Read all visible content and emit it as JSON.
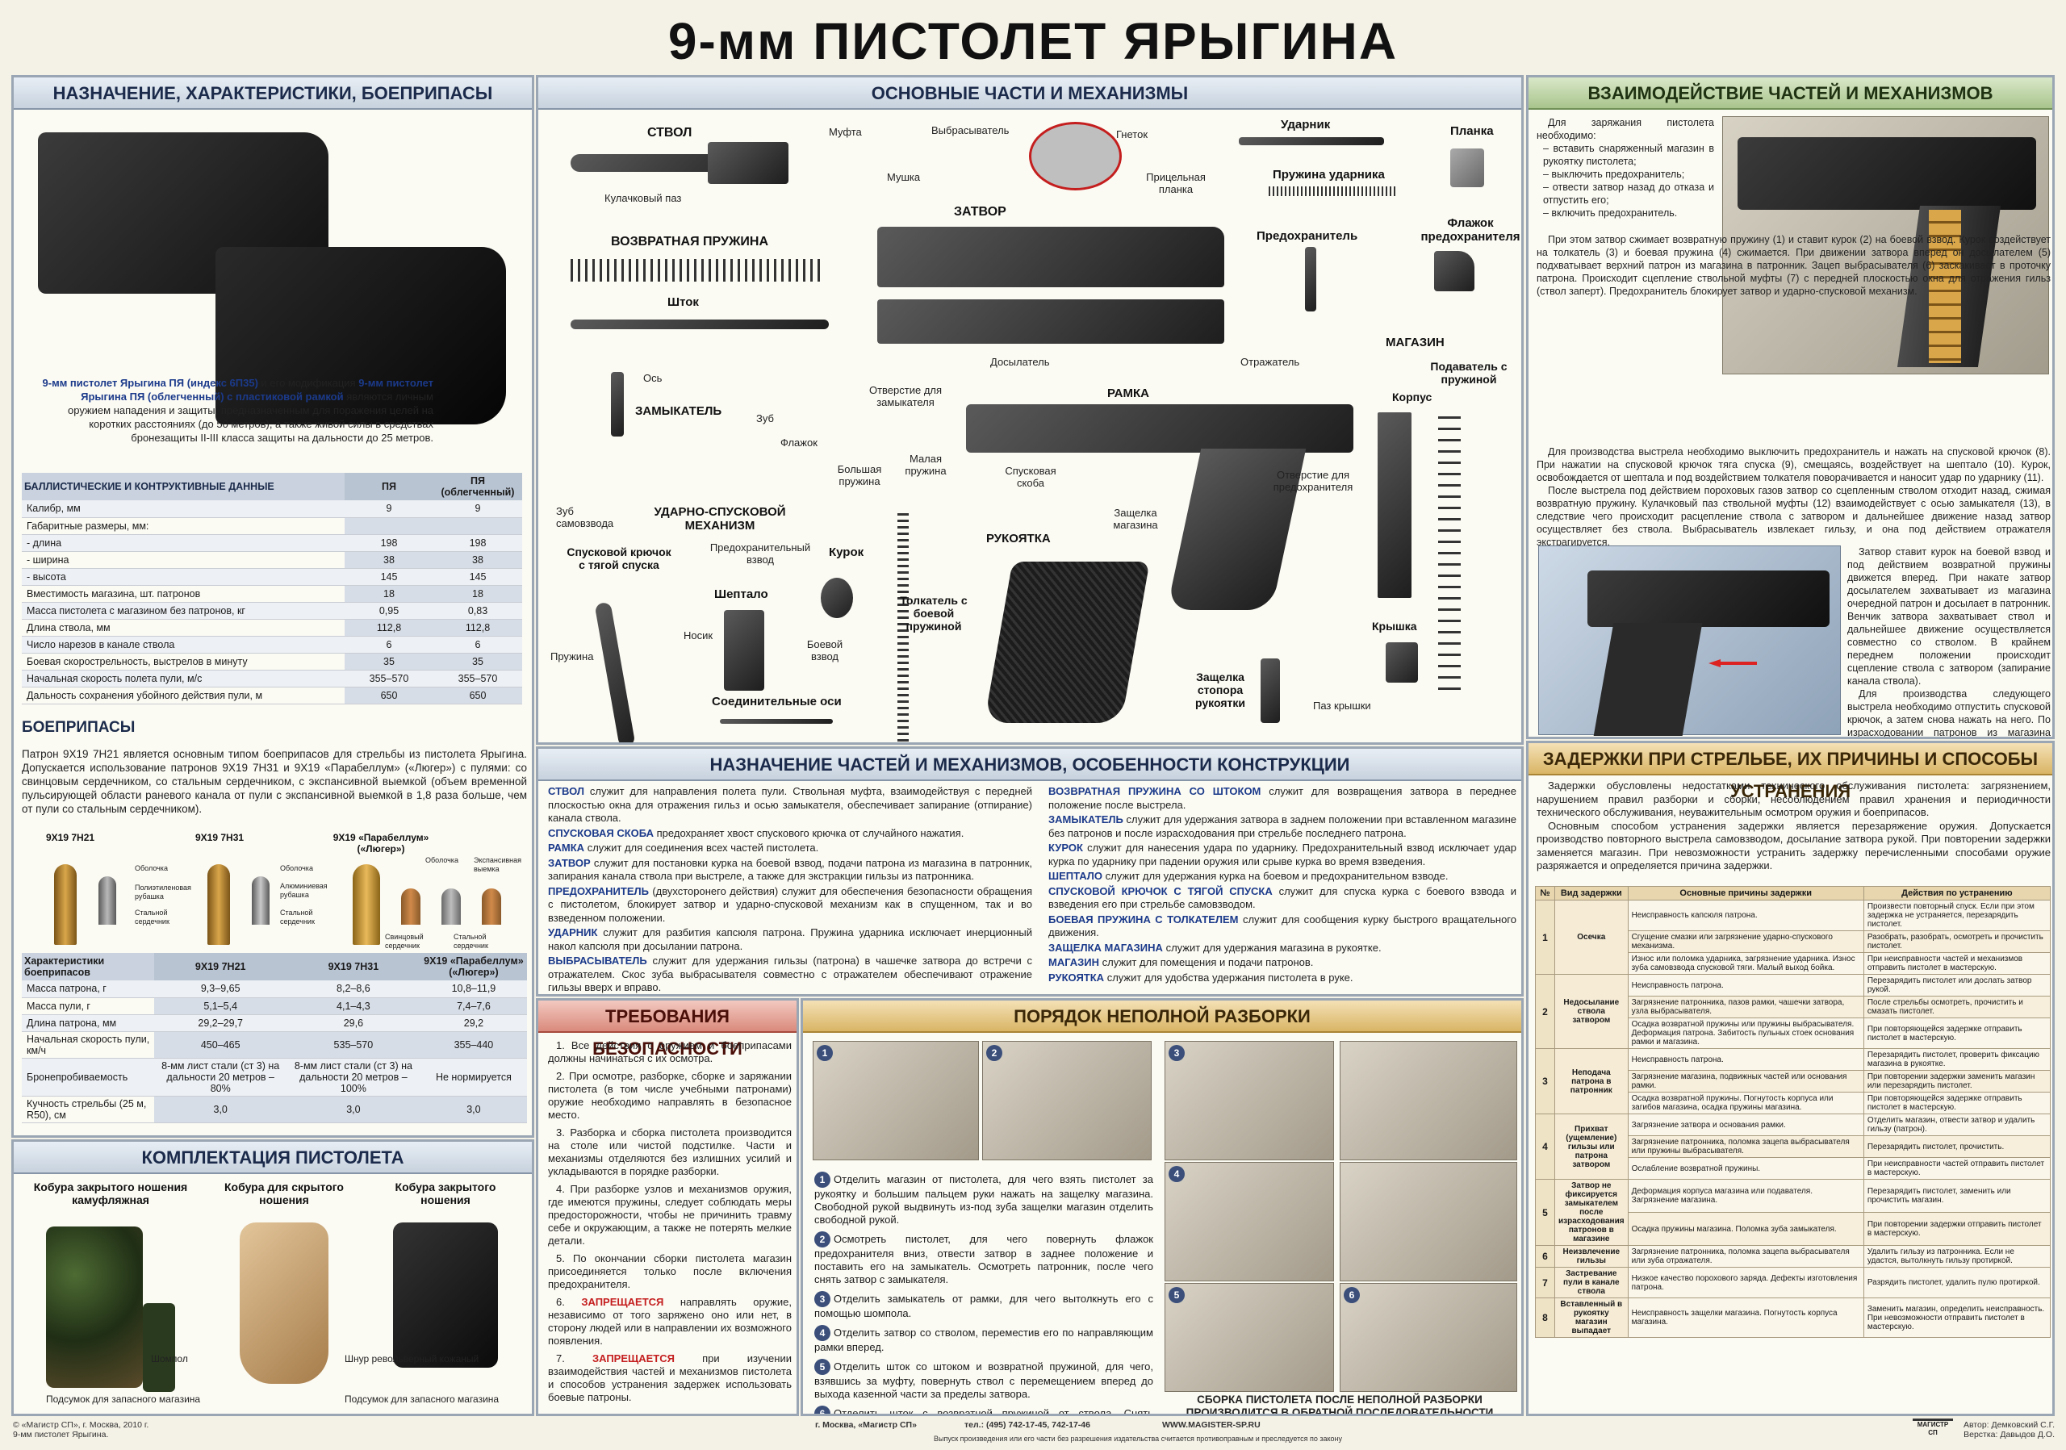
{
  "title": "9-мм ПИСТОЛЕТ ЯРЫГИНА",
  "s1": {
    "title": "НАЗНАЧЕНИЕ, ХАРАКТЕРИСТИКИ, БОЕПРИПАСЫ",
    "intro_a": "9-мм пистолет Ярыгина ПЯ (индекс 6П35)",
    "intro_b": " и его модификация ",
    "intro_c": "9-мм пистолет Ярыгина ПЯ (облегченный) с пластиковой рамкой",
    "intro_d": " являются личным оружием нападения и защиты, предназначенным для поражения целей на коротких расстояниях (до 50 метров), а также живой силы в средствах бронезащиты II-III класса защиты на дальности до 25 метров."
  },
  "ballistics": {
    "title": "БАЛЛИСТИЧЕСКИЕ И КОНТРУКТИВНЫЕ ДАННЫЕ",
    "col1": "ПЯ",
    "col2": "ПЯ (облегченный)",
    "rows": [
      [
        "Калибр, мм",
        "9",
        "9"
      ],
      [
        "Габаритные размеры, мм:",
        "",
        ""
      ],
      [
        "- длина",
        "198",
        "198"
      ],
      [
        "- ширина",
        "38",
        "38"
      ],
      [
        "- высота",
        "145",
        "145"
      ],
      [
        "Вместимость магазина, шт. патронов",
        "18",
        "18"
      ],
      [
        "Масса пистолета с магазином без патронов, кг",
        "0,95",
        "0,83"
      ],
      [
        "Длина ствола, мм",
        "112,8",
        "112,8"
      ],
      [
        "Число нарезов в канале ствола",
        "6",
        "6"
      ],
      [
        "Боевая скорострельность, выстрелов в минуту",
        "35",
        "35"
      ],
      [
        "Начальная скорость полета пули, м/с",
        "355–570",
        "355–570"
      ],
      [
        "Дальность сохранения убойного действия пули, м",
        "650",
        "650"
      ]
    ]
  },
  "ammo": {
    "title": "БОЕПРИПАСЫ",
    "text": "Патрон 9Х19 7Н21 является основным типом боеприпасов для стрельбы из пистолета Ярыгина. Допускается использование патронов 9Х19 7Н31 и 9Х19 «Парабеллум» («Люгер») с пулями: со свинцовым сердечником, со стальным сердечником, с экспансивной выемкой (объем временной пульсирующей области раневого канала от пули с экспансивной выемкой в 1,8 раза больше, чем от пули со стальным сердечником).",
    "c1": "9Х19 7Н21",
    "c2": "9Х19 7Н31",
    "c3": "9Х19 «Парабеллум» («Люгер»)",
    "l_shell": "Оболочка",
    "l_poly": "Полиэтиленовая рубашка",
    "l_steel": "Стальной сердечник",
    "l_alum": "Алюминиевая рубашка",
    "l_lead": "Свинцовый сердечник",
    "l_exp": "Экспансивная выемка",
    "h": [
      "Характеристики боеприпасов",
      "9Х19 7Н21",
      "9Х19 7Н31",
      "9Х19 «Парабеллум» («Люгер»)"
    ],
    "rows": [
      [
        "Масса патрона, г",
        "9,3–9,65",
        "8,2–8,6",
        "10,8–11,9"
      ],
      [
        "Масса пули, г",
        "5,1–5,4",
        "4,1–4,3",
        "7,4–7,6"
      ],
      [
        "Длина патрона, мм",
        "29,2–29,7",
        "29,6",
        "29,2"
      ],
      [
        "Начальная скорость пули, км/ч",
        "450–465",
        "535–570",
        "355–440"
      ],
      [
        "Бронепробиваемость",
        "8-мм лист стали (ст 3) на дальности 20 метров – 80%",
        "8-мм лист стали (ст 3) на дальности 20 метров – 100%",
        "Не нормируется"
      ],
      [
        "Кучность стрельбы (25 м, R50), см",
        "3,0",
        "3,0",
        "3,0"
      ]
    ]
  },
  "kit": {
    "title": "КОМПЛЕКТАЦИЯ ПИСТОЛЕТА",
    "h1": "Кобура закрытого ношения камуфляжная",
    "h2": "Кобура для скрытого ношения",
    "h3": "Кобура закрытого ношения",
    "shompol": "Шомпол",
    "shnur": "Шнур револьверный кожаный",
    "pod1": "Подсумок для запасного магазина",
    "pod2": "Подсумок для запасного магазина"
  },
  "parts": {
    "title": "ОСНОВНЫЕ ЧАСТИ И МЕХАНИЗМЫ",
    "stvol": "СТВОЛ",
    "mufta": "Муфта",
    "kul": "Кулачковый паз",
    "vybr": "Выбрасыватель",
    "gnetok": "Гнеток",
    "mushka": "Мушка",
    "pric": "Прицельная планка",
    "zatvor": "ЗАТВОР",
    "vozvr": "ВОЗВРАТНАЯ ПРУЖИНА",
    "shtok": "Шток",
    "dosyl": "Досылатель",
    "otv_z": "Отверстие для замыкателя",
    "udarnik": "Ударник",
    "planka": "Планка",
    "pr_ud": "Пружина ударника",
    "predohr": "Предохранитель",
    "flazhok_p": "Флажок предохранителя",
    "magazin": "МАГАЗИН",
    "podav": "Подаватель с пружиной",
    "korpus": "Корпус",
    "kryshka": "Крышка",
    "paz_kr": "Паз крышки",
    "os": "Ось",
    "zamyk": "ЗАМЫКАТЕЛЬ",
    "zub": "Зуб",
    "flazhok": "Флажок",
    "ramka": "РАМКА",
    "otrazh": "Отражатель",
    "otv_p": "Отверстие для предохранителя",
    "sp_skoba": "Спусковая скоба",
    "zashch_m": "Защелка магазина",
    "zub_sam": "Зуб самовзвода",
    "usm": "УДАРНО-СПУСКОВОЙ МЕХАНИЗМ",
    "bol_pr": "Большая пружина",
    "mal_pr": "Малая пружина",
    "predvzv": "Предохранительный взвод",
    "kurok": "Курок",
    "sp_kr": "Спусковой крючок с тягой спуска",
    "sheptalo": "Шептало",
    "nosik": "Носик",
    "boev_vzv": "Боевой взвод",
    "tolk": "Толкатель с боевой пружиной",
    "pruzhina": "Пружина",
    "soed": "Соединительные оси",
    "rukoyatka": "РУКОЯТКА",
    "zashch_st": "Защелка стопора рукоятки"
  },
  "interact": {
    "title": "ВЗАИМОДЕЙСТВИЕ ЧАСТЕЙ И МЕХАНИЗМОВ",
    "p1": "Для заряжания пистолета необходимо:",
    "l1": "– вставить снаряженный магазин в рукоятку пистолета;",
    "l2": "– выключить предохранитель;",
    "l3": "– отвести затвор назад до отказа и отпустить его;",
    "l4": "– включить предохранитель.",
    "p2": "При этом затвор сжимает возвратную пружину (1) и ставит курок (2) на боевой взвод. Курок воздействует на толкатель (3) и боевая пружина (4) сжимается. При движении затвора вперед он досылателем (5) подхватывает верхний патрон из магазина в патронник. Зацеп выбрасывателя (6) заскакивает в проточку патрона. Происходит сцепление ствольной муфты (7) с передней плоскостью окна для отражения гильз (ствол заперт). Предохранитель блокирует затвор и ударно-спусковой механизм.",
    "p3": "Для производства выстрела необходимо выключить предохранитель и нажать на спусковой крючок (8). При нажатии на спусковой крючок тяга спуска (9), смещаясь, воздействует на шептало (10). Курок, освобождается от шептала и под воздействием толкателя поворачивается и наносит удар по ударнику (11).",
    "p4": "После выстрела под действием пороховых газов затвор со сцепленным стволом отходит назад, сжимая возвратную пружину. Кулачковый паз ствольной муфты (12) взаимодействует с осью замыкателя (13), в следствие чего происходит расцепление ствола с затвором и дальнейшее движение назад затвор осуществляет без ствола. Выбрасыватель извлекает гильзу, и она под действием отражателя экстрагируется.",
    "p5": "Затвор ставит курок на боевой взвод и под действием возвратной пружины движется вперед. При накате затвор досылателем захватывает из магазина очередной патрон и досылает в патронник. Венчик затвора захватывает ствол и дальнейшее движение осуществляется совместно со стволом. В крайнем переднем положении происходит сцепление ствола с затвором (запирание канала ствола).",
    "p6": "Для производства следующего выстрела необходимо отпустить спусковой крючок, а затем снова нажать на него. По израсходовании патронов из магазина затвор становится на замыкатель и остается в заднем положении. Для продолжения стрельбы необходимо вставить в рукоятку очередной снаряженный магазин и снять затвор с затворной задержки, нажав на его флажок.",
    "n": [
      "1",
      "2",
      "3",
      "4",
      "5",
      "6",
      "7",
      "8",
      "9",
      "10",
      "11",
      "12",
      "13"
    ]
  },
  "purpose": {
    "title": "НАЗНАЧЕНИЕ ЧАСТЕЙ И МЕХАНИЗМОВ, ОСОБЕННОСТИ КОНСТРУКЦИИ",
    "left": [
      [
        "СТВОЛ",
        "служит для направления полета пули. Ствольная муфта, взаимодействуя с передней плоскостью окна для отражения гильз и осью замыкателя, обеспечивает запирание (отпирание) канала ствола."
      ],
      [
        "СПУСКОВАЯ СКОБА",
        "предохраняет хвост спускового крючка от случайного нажатия."
      ],
      [
        "РАМКА",
        "служит для соединения всех частей пистолета."
      ],
      [
        "ЗАТВОР",
        "служит для постановки курка на боевой взвод, подачи патрона из магазина в патронник, запирания канала ствола при выстреле, а также для экстракции гильзы из патронника."
      ],
      [
        "ПРЕДОХРАНИТЕЛЬ",
        "(двухсторонего действия) служит для обеспечения безопасности обращения с пистолетом, блокирует затвор и ударно-спусковой механизм как в спущенном, так и во взведенном положении."
      ],
      [
        "УДАРНИК",
        "служит для разбития капсюля патрона. Пружина ударника исключает инерционный накол капсюля при досылании патрона."
      ],
      [
        "ВЫБРАСЫВАТЕЛЬ",
        "служит для удержания гильзы (патрона) в чашечке затвора до встречи с отражателем. Скос зуба выбрасывателя совместно с отражателем обеспечивают отражение гильзы вверх и вправо."
      ]
    ],
    "right": [
      [
        "ВОЗВРАТНАЯ ПРУЖИНА СО ШТОКОМ",
        "служит для возвращения затвора в переднее положение после выстрела."
      ],
      [
        "ЗАМЫКАТЕЛЬ",
        "служит для удержания затвора в заднем положении при вставленном магазине без патронов и после израсходования при стрельбе последнего патрона."
      ],
      [
        "КУРОК",
        "служит для нанесения удара по ударнику. Предохранительный взвод исключает удар курка по ударнику при падении оружия или срыве курка во время взведения."
      ],
      [
        "ШЕПТАЛО",
        "служит для удержания курка на боевом и предохранительном взводе."
      ],
      [
        "СПУСКОВОЙ КРЮЧОК С ТЯГОЙ СПУСКА",
        "служит для спуска курка с боевого взвода и взведения его при стрельбе самовзводом."
      ],
      [
        "БОЕВАЯ ПРУЖИНА С ТОЛКАТЕЛЕМ",
        "служит для сообщения курку быстрого вращательного движения."
      ],
      [
        "ЗАЩЕЛКА МАГАЗИНА",
        "служит для удержания магазина в рукоятке."
      ],
      [
        "МАГАЗИН",
        "служит для помещения и подачи патронов."
      ],
      [
        "РУКОЯТКА",
        "служит для удобства удержания пистолета в руке."
      ]
    ]
  },
  "safety": {
    "title": "ТРЕБОВАНИЯ БЕЗОПАСНОСТИ",
    "items": [
      "1. Все действия с оружием и боеприпасами должны начинаться с их осмотра.",
      "2. При осмотре, разборке, сборке и заряжании пистолета (в том числе учебными патронами) оружие необходимо направлять в безопасное место.",
      "3. Разборка и сборка пистолета производится на столе или чистой подстилке. Части и механизмы отделяются без излишних усилий и укладываются в порядке разборки.",
      "4. При разборке узлов и механизмов оружия, где имеются пружины, следует соблюдать меры предосторожности, чтобы не причинить травму себе и окружающим, а также не потерять мелкие детали.",
      "5. По окончании сборки пистолета магазин присоединяется только после включения предохранителя."
    ],
    "i6a": "6. ",
    "i6b": "ЗАПРЕЩАЕТСЯ",
    "i6c": " направлять оружие, независимо от того заряжено оно или нет, в сторону людей или в направлении их возможного появления.",
    "i7a": "7. ",
    "i7b": "ЗАПРЕЩАЕТСЯ",
    "i7c": " при изучении взаимодействия частей и механизмов пистолета и способов устранения задержек использовать боевые патроны."
  },
  "disasm": {
    "title": "ПОРЯДОК НЕПОЛНОЙ РАЗБОРКИ",
    "steps": [
      "Отделить магазин от пистолета, для чего взять пистолет за рукоятку и большим пальцем руки нажать на защелку магазина. Свободной рукой выдвинуть из-под зуба защелки магазин отделить свободной рукой.",
      "Осмотреть пистолет, для чего повернуть флажок предохранителя вниз, отвести затвор в заднее положение и поставить его на замыкатель. Осмотреть патронник, после чего снять затвор с замыкателя.",
      "Отделить замыкатель от рамки, для чего вытолкнуть его с помощью шомпола.",
      "Отделить затвор со стволом, переместив его по направляющим рамки вперед.",
      "Отделить шток со штоком и возвратной пружиной, для чего, взявшись за муфту, повернуть ствол с перемещением вперед до выхода казенной части за пределы затвора.",
      "Отделить шток с возвратной пружиной от ствола. Снять возвратную пружину со штока."
    ],
    "nums": [
      "1",
      "2",
      "3",
      "4",
      "5",
      "6"
    ],
    "assembly": "СБОРКА ПИСТОЛЕТА ПОСЛЕ НЕПОЛНОЙ РАЗБОРКИ ПРОИЗВОДИТСЯ В ОБРАТНОЙ ПОСЛЕДОВАТЕЛЬНОСТИ"
  },
  "delays": {
    "title": "ЗАДЕРЖКИ ПРИ СТРЕЛЬБЕ, ИХ ПРИЧИНЫ И СПОСОБЫ УСТРАНЕНИЯ",
    "p1": "Задержки обусловлены недостатками технического обслуживания пистолета: загрязнением, нарушением правил разборки и сборки, несоблюдением правил хранения и периодичности технического обслуживания, неуважительным осмотром оружия и боеприпасов.",
    "p2": "Основным способом устранения задержки является перезаряжение оружия. Допускается производство повторного выстрела самовзводом, досылание затвора рукой. При повторении задержки заменяется магазин. При невозможности устранить задержку перечисленными способами оружие разряжается и определяется причина задержки.",
    "h": [
      "№",
      "Вид задержки",
      "Основные причины задержки",
      "Действия по устранению"
    ],
    "rows": [
      {
        "n": "1",
        "k": "Осечка",
        "c": [
          "Неисправность капсюля патрона.",
          "Сгущение смазки или загрязнение ударно-спускового механизма.",
          "Износ или поломка ударника, загрязнение ударника. Износ зуба самовзвода спусковой тяги. Малый выход бойка."
        ],
        "a": [
          "Произвести повторный спуск. Если при этом задержка не устраняется, перезарядить пистолет.",
          "Разобрать, разобрать, осмотреть и прочистить пистолет.",
          "При неисправности частей и механизмов отправить пистолет в мастерскую."
        ]
      },
      {
        "n": "2",
        "k": "Недосылание ствола затвором",
        "c": [
          "Неисправность патрона.",
          "Загрязнение патронника, пазов рамки, чашечки затвора, узла выбрасывателя.",
          "Осадка возвратной пружины или пружины выбрасывателя. Деформация патрона. Забитость пульных стоек основания рамки и магазина."
        ],
        "a": [
          "Перезарядить пистолет или дослать затвор рукой.",
          "После стрельбы осмотреть, прочистить и смазать пистолет.",
          "При повторяющейся задержке отправить пистолет в мастерскую."
        ]
      },
      {
        "n": "3",
        "k": "Неподача патрона в патронник",
        "c": [
          "Неисправность патрона.",
          "Загрязнение магазина, подвижных частей или основания рамки.",
          "Осадка возвратной пружины. Погнутость корпуса или загибов магазина, осадка пружины магазина."
        ],
        "a": [
          "Перезарядить пистолет, проверить фиксацию магазина в рукоятке.",
          "При повторении задержки заменить магазин или перезарядить пистолет.",
          "При повторяющейся задержке отправить пистолет в мастерскую."
        ]
      },
      {
        "n": "4",
        "k": "Прихват (ущемление) гильзы или патрона затвором",
        "c": [
          "Загрязнение затвора и основания рамки.",
          "Загрязнение патронника, поломка зацепа выбрасывателя или пружины выбрасывателя.",
          "Ослабление возвратной пружины."
        ],
        "a": [
          "Отделить магазин, отвести затвор и удалить гильзу (патрон).",
          "Перезарядить пистолет, прочистить.",
          "При неисправности частей отправить пистолет в мастерскую."
        ]
      },
      {
        "n": "5",
        "k": "Затвор не фиксируется замыкателем после израсходования патронов в магазине",
        "c": [
          "Деформация корпуса магазина или подавателя. Загрязнение магазина.",
          "Осадка пружины магазина. Поломка зуба замыкателя."
        ],
        "a": [
          "Перезарядить пистолет, заменить или прочистить магазин.",
          "При повторении задержки отправить пистолет в мастерскую."
        ]
      },
      {
        "n": "6",
        "k": "Неизвлечение гильзы",
        "c": [
          "Загрязнение патронника, поломка зацепа выбрасывателя или зуба отражателя."
        ],
        "a": [
          "Удалить гильзу из патронника. Если не удастся, вытолкнуть гильзу протиркой."
        ]
      },
      {
        "n": "7",
        "k": "Застревание пули в канале ствола",
        "c": [
          "Низкое качество порохового заряда. Дефекты изготовления патрона."
        ],
        "a": [
          "Разрядить пистолет, удалить пулю протиркой."
        ]
      },
      {
        "n": "8",
        "k": "Вставленный в рукоятку магазин выпадает",
        "c": [
          "Неисправность защелки магазина. Погнутость корпуса магазина."
        ],
        "a": [
          "Заменить магазин, определить неисправность. При невозможности отправить пистолет в мастерскую."
        ]
      }
    ]
  },
  "footer": {
    "left1": "© «Магистр СП», г. Москва, 2010 г.",
    "left2": "9-мм пистолет Ярыгина.",
    "city": "г. Москва, «Магистр СП»",
    "tel": "тел.: (495) 742-17-45, 742-17-46",
    "web": "WWW.MAGISTER-SP.RU",
    "notice": "Выпуск произведения или его части без разрешения издательства считается противоправным и преследуется по закону",
    "logo": "МАГИСТР СП",
    "author": "Автор: Демковский С.Г.",
    "layout": "Верстка: Давыдов Д.О."
  }
}
